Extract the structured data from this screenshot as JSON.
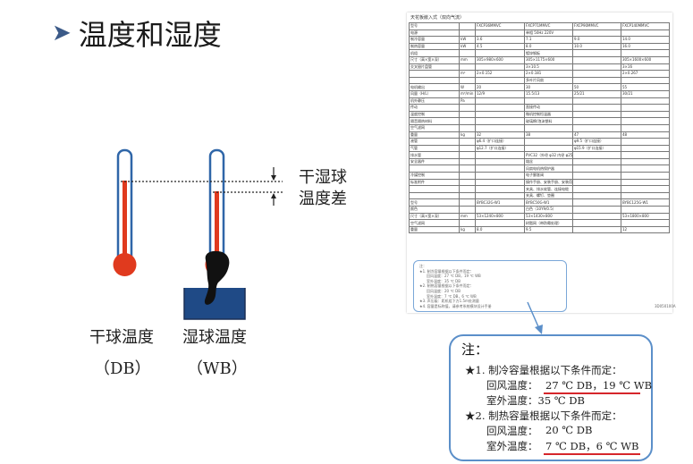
{
  "slide": {
    "title": "温度和湿度",
    "bullet_icon": "chevron-right-icon"
  },
  "diagram": {
    "dry_bulb_name": "干球温度",
    "dry_bulb_abbr": "（DB）",
    "wet_bulb_name": "湿球温度",
    "wet_bulb_abbr": "（WB）",
    "difference_label_line1": "干湿球",
    "difference_label_line2": "温度差",
    "colors": {
      "tube_outline": "#2f66a8",
      "mercury": "#e03a1e",
      "water": "#1f4a86",
      "wick": "#111111"
    }
  },
  "spec_sheet": {
    "title": "天花板嵌入式（双向气流）",
    "rows": [
      [
        "型号",
        "",
        "FXCP36MMVC",
        "FXCP71MMVC",
        "FXCP90MMVC",
        "FXCP140MMVC"
      ],
      [
        "电源",
        "",
        "",
        "单相 50Hz 220V",
        "",
        ""
      ],
      [
        "制冷容量",
        "kW",
        "3.6",
        "7.1",
        "9.0",
        "14.0"
      ],
      [
        "制热容量",
        "kW",
        "4.5",
        "8.0",
        "10.0",
        "16.0"
      ],
      [
        "机组",
        "",
        "",
        "镀锌钢板",
        "",
        ""
      ],
      [
        "尺寸（高×宽×深）",
        "mm",
        "305×980×600",
        "305×1175×600",
        "",
        "305×1600×600"
      ],
      [
        "交叉翅片盘管",
        "",
        "",
        "3×10.5",
        "",
        "3×16"
      ],
      [
        "",
        "m²",
        "2×0.152",
        "2×0.181",
        "",
        "2×0.267"
      ],
      [
        "",
        "",
        "",
        "多叶片风扇",
        "",
        ""
      ],
      [
        "电机输出",
        "W",
        "20",
        "30",
        "50",
        "55"
      ],
      [
        "风量（H/L）",
        "m³/min",
        "12/9",
        "15.5/13",
        "25/21",
        "30/21"
      ],
      [
        "机外静压",
        "Pa",
        "",
        "",
        "",
        ""
      ],
      [
        "传动",
        "",
        "",
        "直接传动",
        "",
        ""
      ],
      [
        "温度控制",
        "",
        "",
        "微机控制恒温器",
        "",
        ""
      ],
      [
        "隔音隔热材料",
        "",
        "",
        "玻璃棉/泡沫塑料",
        "",
        ""
      ],
      [
        "空气滤网",
        "",
        "",
        "",
        "",
        ""
      ],
      [
        "重量",
        "kg",
        "32",
        "38",
        "47",
        "48"
      ],
      [
        "液管",
        "",
        "φ6.4（扩口连接）",
        "",
        "φ9.5（扩口连接）",
        ""
      ],
      [
        "气管",
        "",
        "φ12.7（扩口连接）",
        "",
        "φ15.9（扩口连接）",
        ""
      ],
      [
        "排水管",
        "",
        "",
        "PVC32（外径 φ32 内径 φ25）",
        "",
        ""
      ],
      [
        "安全器件",
        "",
        "",
        "熔丝",
        "",
        ""
      ],
      [
        "",
        "",
        "",
        "风扇电机热保护器",
        "",
        ""
      ],
      [
        "冷媒控制",
        "",
        "",
        "电子膨胀阀",
        "",
        ""
      ],
      [
        "标准附件",
        "",
        "",
        "操作手册、安装手册、安装用纸样",
        "",
        ""
      ],
      [
        "",
        "",
        "",
        "夹具、排水软管、连接电缆",
        "",
        ""
      ],
      [
        "",
        "",
        "",
        "夹具、螺钉、垫圈",
        "",
        ""
      ],
      [
        "型号",
        "",
        "BYBC32G-W1",
        "BYBC50G-W1",
        "",
        "BYBC125G-W1"
      ],
      [
        "颜色",
        "",
        "",
        "白色（10Y9/0.5）",
        "",
        ""
      ],
      [
        "尺寸（高×宽×深）",
        "mm",
        "53×1240×800",
        "53×1430×800",
        "",
        "53×1800×800"
      ],
      [
        "空气滤网",
        "",
        "",
        "树脂网（带防霉处理）",
        "",
        ""
      ],
      [
        "重量",
        "kg",
        "8.0",
        "9.5",
        "",
        "12"
      ]
    ],
    "code": "3D050100A",
    "small_note_lines": [
      "注：",
      "★1. 制冷容量根据以下条件而定：",
      "回风温度：27 ℃ DB，19 ℃ WB",
      "室外温度：35 ℃ DB",
      "★2. 制热容量根据以下条件而定：",
      "回风温度：20 ℃ DB",
      "室外温度：7 ℃ DB，6 ℃ WB",
      "★3. 声压级：距机组下方1.5m处测量",
      "★4. 容量是标称值，请参考系统模块设计手册"
    ]
  },
  "note": {
    "heading": "注：",
    "item1": "★1. 制冷容量根据以下条件而定：",
    "item1_return_label": "回风温度：",
    "item1_return_value": "27 ℃ DB，19 ℃ WB",
    "item1_outdoor": "室外温度：35 ℃ DB",
    "item2": "★2. 制热容量根据以下条件而定：",
    "item2_return_label": "回风温度：",
    "item2_return_value": "20 ℃ DB",
    "item2_outdoor_label": "室外温度：",
    "item2_outdoor_value": "7 ℃ DB，6 ℃ WB",
    "underline_color": "#d6262b",
    "border_color": "#5b8fc9"
  }
}
